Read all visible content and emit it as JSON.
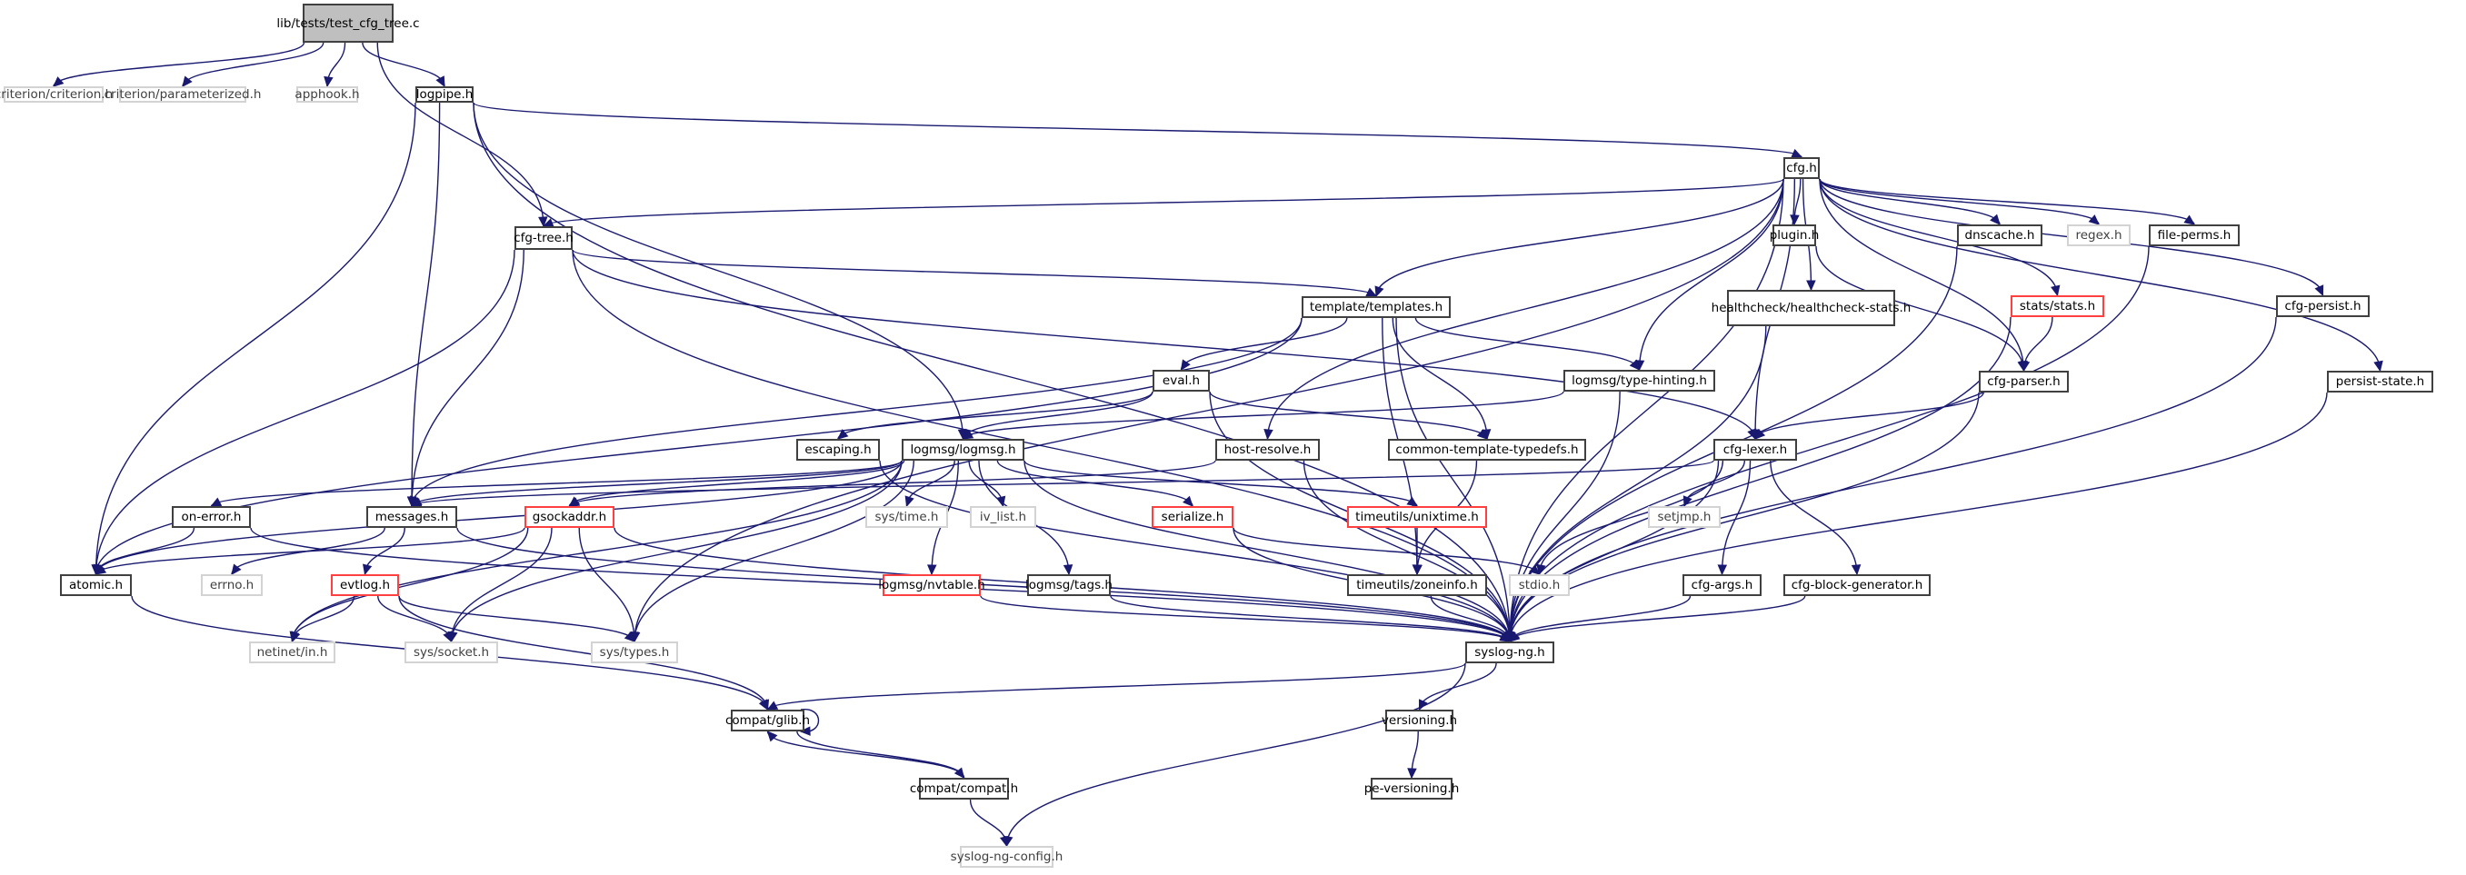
{
  "title": "Include dependency graph for lib/tests/test_cfg_tree.c",
  "colors": {
    "edge": "#191970",
    "root_fill": "#bfbfbf",
    "node_border": "#404040",
    "external_border": "#d3d3d3",
    "truncated_border": "#ff4040"
  },
  "nodes": [
    {
      "id": "root",
      "label": "lib/tests/test_cfg\n_tree.c",
      "kind": "root"
    },
    {
      "id": "criterion",
      "label": "criterion/criterion.h",
      "kind": "ext"
    },
    {
      "id": "parameterized",
      "label": "criterion/parameterized.h",
      "kind": "ext"
    },
    {
      "id": "apphook",
      "label": "apphook.h",
      "kind": "ext"
    },
    {
      "id": "logpipe",
      "label": "logpipe.h",
      "kind": "normal"
    },
    {
      "id": "cfg",
      "label": "cfg.h",
      "kind": "normal"
    },
    {
      "id": "cfgtree",
      "label": "cfg-tree.h",
      "kind": "normal"
    },
    {
      "id": "plugin",
      "label": "plugin.h",
      "kind": "normal"
    },
    {
      "id": "dnscache",
      "label": "dnscache.h",
      "kind": "normal"
    },
    {
      "id": "regex",
      "label": "regex.h",
      "kind": "ext"
    },
    {
      "id": "fileperms",
      "label": "file-perms.h",
      "kind": "normal"
    },
    {
      "id": "templates",
      "label": "template/templates.h",
      "kind": "normal"
    },
    {
      "id": "healthcheck",
      "label": "healthcheck/healthcheck\n-stats.h",
      "kind": "normal"
    },
    {
      "id": "stats",
      "label": "stats/stats.h",
      "kind": "red"
    },
    {
      "id": "cfgpersist",
      "label": "cfg-persist.h",
      "kind": "normal"
    },
    {
      "id": "evalh",
      "label": "eval.h",
      "kind": "normal"
    },
    {
      "id": "typehinting",
      "label": "logmsg/type-hinting.h",
      "kind": "normal"
    },
    {
      "id": "cfgparser",
      "label": "cfg-parser.h",
      "kind": "normal"
    },
    {
      "id": "persiststate",
      "label": "persist-state.h",
      "kind": "normal"
    },
    {
      "id": "escaping",
      "label": "escaping.h",
      "kind": "normal"
    },
    {
      "id": "logmsg",
      "label": "logmsg/logmsg.h",
      "kind": "normal"
    },
    {
      "id": "hostresolve",
      "label": "host-resolve.h",
      "kind": "normal"
    },
    {
      "id": "commontpl",
      "label": "common-template-typedefs.h",
      "kind": "normal"
    },
    {
      "id": "cfglexer",
      "label": "cfg-lexer.h",
      "kind": "normal"
    },
    {
      "id": "onerror",
      "label": "on-error.h",
      "kind": "normal"
    },
    {
      "id": "messages",
      "label": "messages.h",
      "kind": "normal"
    },
    {
      "id": "gsockaddr",
      "label": "gsockaddr.h",
      "kind": "red"
    },
    {
      "id": "systime",
      "label": "sys/time.h",
      "kind": "ext"
    },
    {
      "id": "ivlist",
      "label": "iv_list.h",
      "kind": "ext"
    },
    {
      "id": "serialize",
      "label": "serialize.h",
      "kind": "red"
    },
    {
      "id": "unixtime",
      "label": "timeutils/unixtime.h",
      "kind": "red"
    },
    {
      "id": "setjmp",
      "label": "setjmp.h",
      "kind": "ext"
    },
    {
      "id": "atomic",
      "label": "atomic.h",
      "kind": "normal"
    },
    {
      "id": "errno",
      "label": "errno.h",
      "kind": "ext"
    },
    {
      "id": "evtlog",
      "label": "evtlog.h",
      "kind": "red"
    },
    {
      "id": "nvtable",
      "label": "logmsg/nvtable.h",
      "kind": "red"
    },
    {
      "id": "tags",
      "label": "logmsg/tags.h",
      "kind": "normal"
    },
    {
      "id": "zoneinfo",
      "label": "timeutils/zoneinfo.h",
      "kind": "normal"
    },
    {
      "id": "stdio",
      "label": "stdio.h",
      "kind": "ext"
    },
    {
      "id": "cfgargs",
      "label": "cfg-args.h",
      "kind": "normal"
    },
    {
      "id": "cfgblockgen",
      "label": "cfg-block-generator.h",
      "kind": "normal"
    },
    {
      "id": "netinet",
      "label": "netinet/in.h",
      "kind": "ext"
    },
    {
      "id": "syssocket",
      "label": "sys/socket.h",
      "kind": "ext"
    },
    {
      "id": "systypes",
      "label": "sys/types.h",
      "kind": "ext"
    },
    {
      "id": "syslogng",
      "label": "syslog-ng.h",
      "kind": "normal"
    },
    {
      "id": "glib",
      "label": "compat/glib.h",
      "kind": "normal"
    },
    {
      "id": "versioning",
      "label": "versioning.h",
      "kind": "normal"
    },
    {
      "id": "compat",
      "label": "compat/compat.h",
      "kind": "normal"
    },
    {
      "id": "peversioning",
      "label": "pe-versioning.h",
      "kind": "normal"
    },
    {
      "id": "config",
      "label": "syslog-ng-config.h",
      "kind": "ext"
    }
  ],
  "edges": [
    [
      "root",
      "criterion"
    ],
    [
      "root",
      "parameterized"
    ],
    [
      "root",
      "apphook"
    ],
    [
      "root",
      "logpipe"
    ],
    [
      "root",
      "cfgtree"
    ],
    [
      "logpipe",
      "cfg"
    ],
    [
      "logpipe",
      "atomic"
    ],
    [
      "logpipe",
      "messages"
    ],
    [
      "logpipe",
      "logmsg"
    ],
    [
      "logpipe",
      "syslogng"
    ],
    [
      "cfg",
      "cfgtree"
    ],
    [
      "cfg",
      "plugin"
    ],
    [
      "cfg",
      "dnscache"
    ],
    [
      "cfg",
      "regex"
    ],
    [
      "cfg",
      "fileperms"
    ],
    [
      "cfg",
      "templates"
    ],
    [
      "cfg",
      "healthcheck"
    ],
    [
      "cfg",
      "stats"
    ],
    [
      "cfg",
      "cfgpersist"
    ],
    [
      "cfg",
      "typehinting"
    ],
    [
      "cfg",
      "cfgparser"
    ],
    [
      "cfg",
      "persiststate"
    ],
    [
      "cfg",
      "hostresolve"
    ],
    [
      "cfg",
      "cfglexer"
    ],
    [
      "cfg",
      "systypes"
    ],
    [
      "cfg",
      "syslogng"
    ],
    [
      "cfgtree",
      "templates"
    ],
    [
      "cfgtree",
      "cfglexer"
    ],
    [
      "cfgtree",
      "atomic"
    ],
    [
      "cfgtree",
      "messages"
    ],
    [
      "cfgtree",
      "syslogng"
    ],
    [
      "templates",
      "evalh"
    ],
    [
      "templates",
      "typehinting"
    ],
    [
      "templates",
      "commontpl"
    ],
    [
      "templates",
      "zoneinfo"
    ],
    [
      "templates",
      "atomic"
    ],
    [
      "templates",
      "messages"
    ],
    [
      "templates",
      "syslogng"
    ],
    [
      "evalh",
      "escaping"
    ],
    [
      "evalh",
      "logmsg"
    ],
    [
      "evalh",
      "commontpl"
    ],
    [
      "evalh",
      "syslogng"
    ],
    [
      "typehinting",
      "logmsg"
    ],
    [
      "typehinting",
      "syslogng"
    ],
    [
      "plugin",
      "cfgparser"
    ],
    [
      "healthcheck",
      "syslogng"
    ],
    [
      "stats",
      "cfgparser"
    ],
    [
      "stats",
      "syslogng"
    ],
    [
      "dnscache",
      "syslogng"
    ],
    [
      "fileperms",
      "syslogng"
    ],
    [
      "cfgpersist",
      "syslogng"
    ],
    [
      "persiststate",
      "syslogng"
    ],
    [
      "cfgparser",
      "cfglexer"
    ],
    [
      "cfgparser",
      "syslogng"
    ],
    [
      "hostresolve",
      "gsockaddr"
    ],
    [
      "hostresolve",
      "syslogng"
    ],
    [
      "commontpl",
      "zoneinfo"
    ],
    [
      "cfglexer",
      "messages"
    ],
    [
      "cfglexer",
      "setjmp"
    ],
    [
      "cfglexer",
      "stdio"
    ],
    [
      "cfglexer",
      "cfgargs"
    ],
    [
      "cfglexer",
      "cfgblockgen"
    ],
    [
      "cfglexer",
      "syslogng"
    ],
    [
      "escaping",
      "syslogng"
    ],
    [
      "logmsg",
      "onerror"
    ],
    [
      "logmsg",
      "messages"
    ],
    [
      "logmsg",
      "gsockaddr"
    ],
    [
      "logmsg",
      "systime"
    ],
    [
      "logmsg",
      "ivlist"
    ],
    [
      "logmsg",
      "serialize"
    ],
    [
      "logmsg",
      "unixtime"
    ],
    [
      "logmsg",
      "nvtable"
    ],
    [
      "logmsg",
      "tags"
    ],
    [
      "logmsg",
      "atomic"
    ],
    [
      "logmsg",
      "netinet"
    ],
    [
      "logmsg",
      "syssocket"
    ],
    [
      "logmsg",
      "systypes"
    ],
    [
      "logmsg",
      "syslogng"
    ],
    [
      "onerror",
      "atomic"
    ],
    [
      "onerror",
      "syslogng"
    ],
    [
      "messages",
      "errno"
    ],
    [
      "messages",
      "evtlog"
    ],
    [
      "messages",
      "syslogng"
    ],
    [
      "gsockaddr",
      "atomic"
    ],
    [
      "gsockaddr",
      "netinet"
    ],
    [
      "gsockaddr",
      "syssocket"
    ],
    [
      "gsockaddr",
      "systypes"
    ],
    [
      "gsockaddr",
      "syslogng"
    ],
    [
      "serialize",
      "stdio"
    ],
    [
      "serialize",
      "syslogng"
    ],
    [
      "unixtime",
      "zoneinfo"
    ],
    [
      "evtlog",
      "netinet"
    ],
    [
      "evtlog",
      "syssocket"
    ],
    [
      "evtlog",
      "systypes"
    ],
    [
      "evtlog",
      "glib"
    ],
    [
      "nvtable",
      "syslogng"
    ],
    [
      "tags",
      "syslogng"
    ],
    [
      "zoneinfo",
      "syslogng"
    ],
    [
      "cfgargs",
      "syslogng"
    ],
    [
      "cfgblockgen",
      "syslogng"
    ],
    [
      "atomic",
      "glib"
    ],
    [
      "syslogng",
      "glib"
    ],
    [
      "syslogng",
      "versioning"
    ],
    [
      "syslogng",
      "config"
    ],
    [
      "glib",
      "glib"
    ],
    [
      "glib",
      "compat"
    ],
    [
      "compat",
      "glib"
    ],
    [
      "compat",
      "config"
    ],
    [
      "versioning",
      "peversioning"
    ]
  ]
}
